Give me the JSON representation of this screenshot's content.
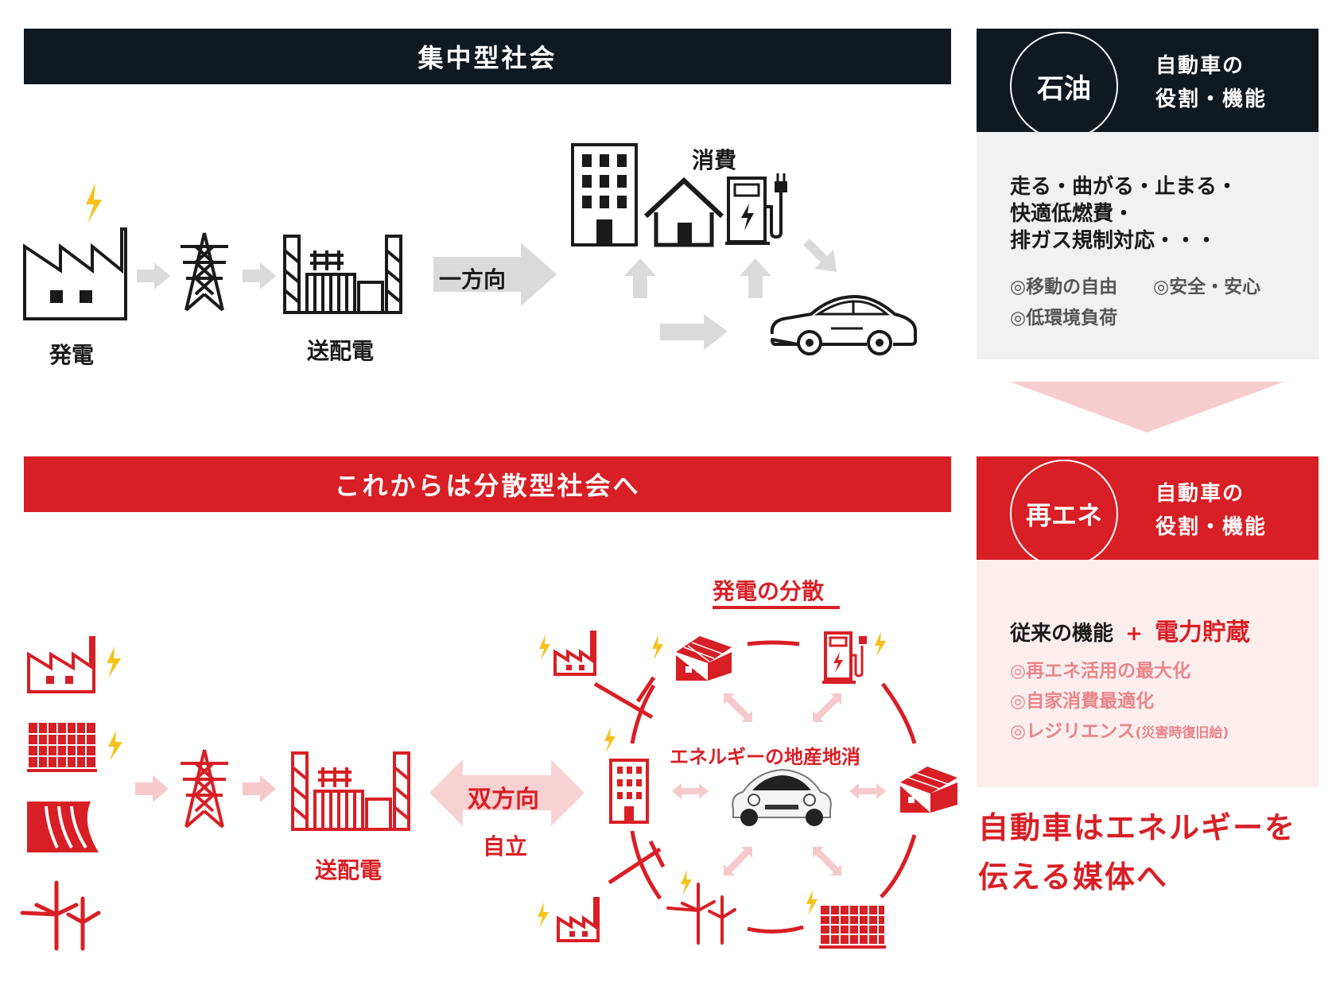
{
  "centralized": {
    "title": "集中型社会",
    "generation_label": "発電",
    "transmission_label": "送配電",
    "direction_label": "一方向",
    "consumption_label": "消費"
  },
  "decentralized": {
    "title": "これからは分散型社会へ",
    "transmission_label": "送配電",
    "direction_label": "双方向",
    "independence_label": "自立",
    "distributed_generation_label": "発電の分散",
    "local_production_label": "エネルギーの地産地消"
  },
  "oil_panel": {
    "circle": "石油",
    "role_line1": "自動車の",
    "role_line2": "役割・機能",
    "functions": [
      "走る・曲がる・止まる・",
      "快適低燃費・",
      "排ガス規制対応・・・"
    ],
    "items": [
      "◎移動の自由",
      "◎安全・安心",
      "◎低環境負荷"
    ]
  },
  "renewable_panel": {
    "circle": "再エネ",
    "role_line1": "自動車の",
    "role_line2": "役割・機能",
    "base": "従来の機能",
    "plus": "+",
    "highlight": "電力貯蔵",
    "items": [
      "◎再エネ活用の最大化",
      "◎自家消費最適化",
      "◎レジリエンス"
    ],
    "items_note": "(災害時復旧給)"
  },
  "conclusion": {
    "line1": "自動車はエネルギーを",
    "line2": "伝える媒体へ"
  },
  "colors": {
    "dark": "#101820",
    "red": "#d81f25",
    "pink": "#f6c9cb",
    "light_pink": "#fdeeee",
    "gray_arrow": "#dadada",
    "panel_gray": "#f1f1f1",
    "bolt": "#f5c21b"
  }
}
